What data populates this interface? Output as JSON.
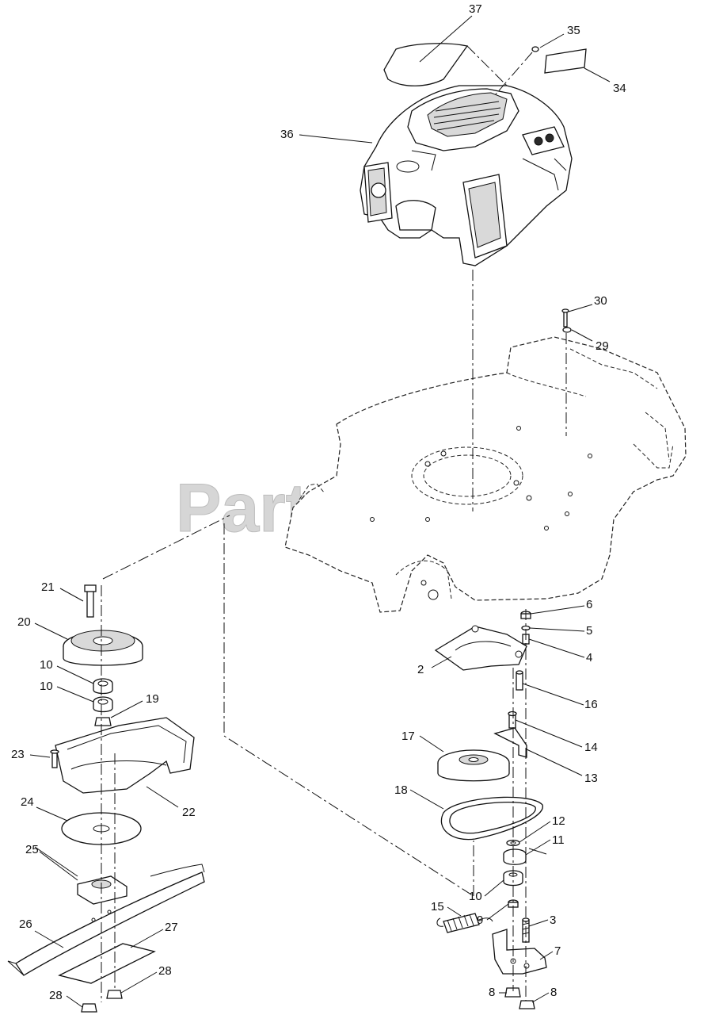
{
  "watermark": "PartsTree",
  "callouts": {
    "n37": "37",
    "n35": "35",
    "n34": "34",
    "n36": "36",
    "n30": "30",
    "n29": "29",
    "n21": "21",
    "n20": "20",
    "n10a": "10",
    "n10b": "10",
    "n19": "19",
    "n23": "23",
    "n22": "22",
    "n24": "24",
    "n25": "25",
    "n26": "26",
    "n27": "27",
    "n28a": "28",
    "n28b": "28",
    "n6": "6",
    "n5": "5",
    "n4": "4",
    "n2": "2",
    "n16": "16",
    "n14": "14",
    "n13": "13",
    "n17": "17",
    "n18": "18",
    "n12": "12",
    "n11": "11",
    "n10c": "10",
    "n9": "9",
    "n3": "3",
    "n15": "15",
    "n7": "7",
    "n8a": "8",
    "n8b": "8"
  }
}
